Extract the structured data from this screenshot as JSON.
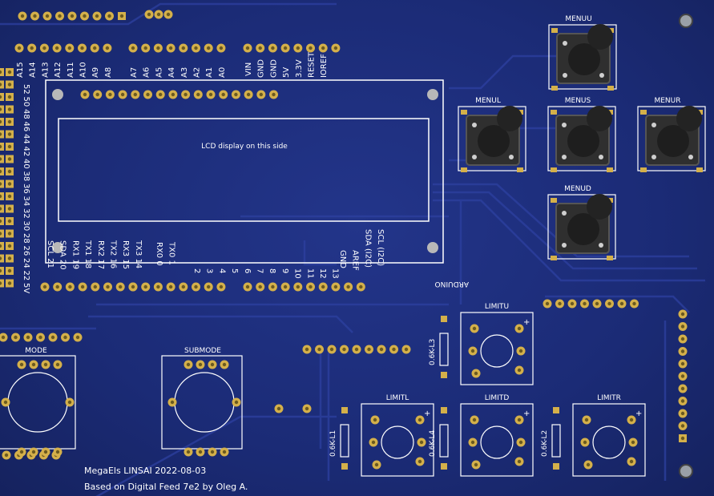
{
  "board": {
    "credit_line1": "MegaEls LINSAI 2022-08-03",
    "credit_line2": "Based on Digital Feed 7e2 by Oleg A.",
    "arduino_label": "ARDUINO",
    "colors": {
      "pcb": "#1b2b76",
      "silk": "#ffffff",
      "pad": "#d4b04a",
      "trace": "#2c3f96"
    }
  },
  "lcd": {
    "caption": "LCD display on this side"
  },
  "analog_pins": [
    "A15",
    "A14",
    "A13",
    "A12",
    "A11",
    "A10",
    "A9",
    "A8",
    "A7",
    "A6",
    "A5",
    "A4",
    "A3",
    "A2",
    "A1",
    "A0"
  ],
  "power_pins": [
    "VIN",
    "GND",
    "GND",
    "5V",
    "3.3V",
    "RESET",
    "IOREF"
  ],
  "digital_left_pins": [
    "52",
    "50",
    "48",
    "46",
    "44",
    "42",
    "40",
    "38",
    "36",
    "34",
    "32",
    "30",
    "28",
    "26",
    "24",
    "22",
    "5V"
  ],
  "comm_pins": [
    "SCL 21",
    "SDA 20",
    "RX1 19",
    "TX1 18",
    "RX2 17",
    "TX2 16",
    "RX3 15",
    "TX3 14"
  ],
  "serial0_pins": [
    "RX0 0",
    "TX0 1"
  ],
  "digital_pins": [
    "2",
    "3",
    "4",
    "5",
    "6",
    "7",
    "8",
    "9",
    "10",
    "11",
    "12",
    "13"
  ],
  "misc_pins": [
    "GND",
    "AREF",
    "SDA (I2C)",
    "SCL (I2C)"
  ],
  "buttons": [
    {
      "label": "MENUU"
    },
    {
      "label": "MENUL"
    },
    {
      "label": "MENUS"
    },
    {
      "label": "MENUR"
    },
    {
      "label": "MENUD"
    }
  ],
  "limit_switches": [
    {
      "label": "LIMITU",
      "resistor": "0.6K-L3"
    },
    {
      "label": "LIMITL",
      "resistor": "0.6K-L1"
    },
    {
      "label": "LIMITD",
      "resistor": "0.6K-L4"
    },
    {
      "label": "LIMITR",
      "resistor": "0.6K-L2"
    }
  ],
  "encoders": [
    {
      "label": "MODE"
    },
    {
      "label": "SUBMODE"
    }
  ],
  "plus_sign": "+"
}
